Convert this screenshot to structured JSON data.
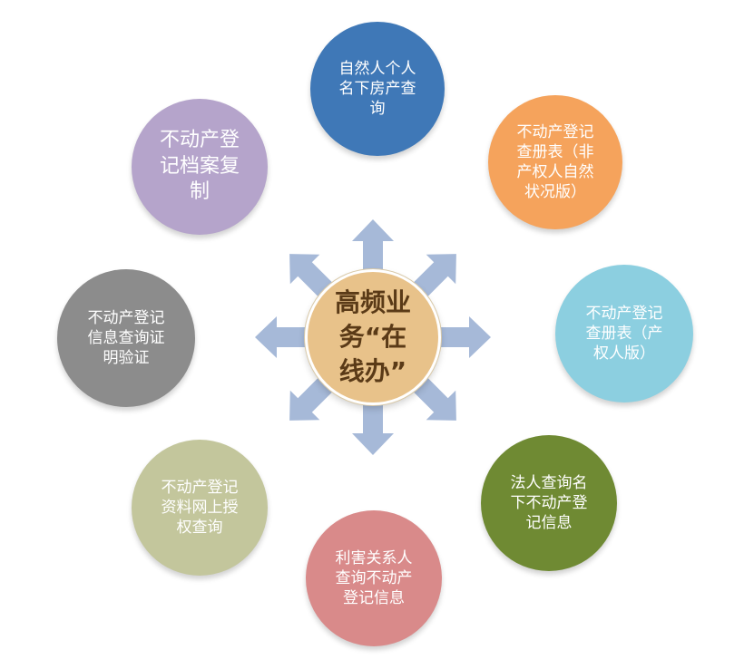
{
  "center": {
    "label": "高频业\n务“在\n线办”",
    "color": "#e8c28a"
  },
  "nodes": {
    "top": {
      "label": "自然人个人\n名下房产查\n询",
      "color": "#3f78b7"
    },
    "top_right": {
      "label": "不动产登记\n查册表（非\n产权人自然\n状况版）",
      "color": "#f5a35c"
    },
    "right": {
      "label": "不动产登记\n查册表（产\n权人版）",
      "color": "#8ccfe0"
    },
    "bottom_right": {
      "label": "法人查询名\n下不动产登\n记信息",
      "color": "#6f8a33"
    },
    "bottom": {
      "label": "利害关系人\n查询不动产\n登记信息",
      "color": "#d98a8a"
    },
    "bottom_left": {
      "label": "不动产登记\n资料网上授\n权查询",
      "color": "#c3c69c"
    },
    "left": {
      "label": "不动产登记\n信息查询证\n明验证",
      "color": "#8c8c8c"
    },
    "top_left": {
      "label": "不动产登\n记档案复\n制",
      "color": "#b5a4cb"
    }
  },
  "arrow_color": "#a6b9d8"
}
